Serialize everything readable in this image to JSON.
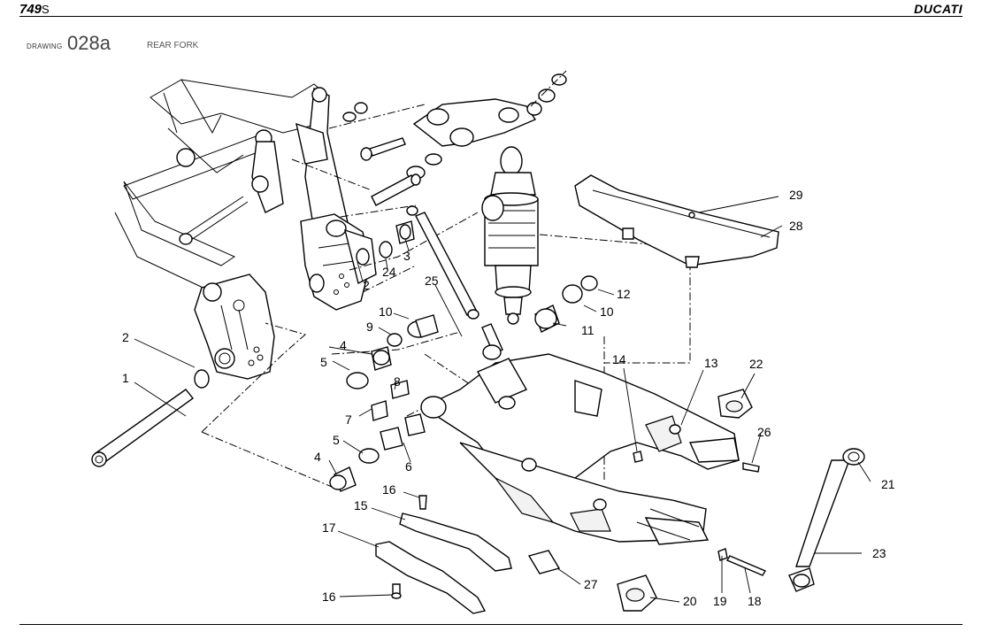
{
  "header": {
    "model": "749",
    "model_suffix": "S",
    "brand": "DUCATI"
  },
  "drawing": {
    "label": "DRAWING",
    "number": "028a",
    "title": "REAR FORK"
  },
  "callouts": [
    {
      "id": "c1",
      "text": "1"
    },
    {
      "id": "c2a",
      "text": "2"
    },
    {
      "id": "c2b",
      "text": "2"
    },
    {
      "id": "c3",
      "text": "3"
    },
    {
      "id": "c4a",
      "text": "4"
    },
    {
      "id": "c4b",
      "text": "4"
    },
    {
      "id": "c5a",
      "text": "5"
    },
    {
      "id": "c5b",
      "text": "5"
    },
    {
      "id": "c6",
      "text": "6"
    },
    {
      "id": "c7",
      "text": "7"
    },
    {
      "id": "c8",
      "text": "8"
    },
    {
      "id": "c9",
      "text": "9"
    },
    {
      "id": "c10a",
      "text": "10"
    },
    {
      "id": "c10b",
      "text": "10"
    },
    {
      "id": "c11",
      "text": "11"
    },
    {
      "id": "c12",
      "text": "12"
    },
    {
      "id": "c13",
      "text": "13"
    },
    {
      "id": "c14",
      "text": "14"
    },
    {
      "id": "c15",
      "text": "15"
    },
    {
      "id": "c16a",
      "text": "16"
    },
    {
      "id": "c16b",
      "text": "16"
    },
    {
      "id": "c17",
      "text": "17"
    },
    {
      "id": "c18",
      "text": "18"
    },
    {
      "id": "c19",
      "text": "19"
    },
    {
      "id": "c20",
      "text": "20"
    },
    {
      "id": "c21",
      "text": "21"
    },
    {
      "id": "c22",
      "text": "22"
    },
    {
      "id": "c23",
      "text": "23"
    },
    {
      "id": "c24",
      "text": "24"
    },
    {
      "id": "c25",
      "text": "25"
    },
    {
      "id": "c26",
      "text": "26"
    },
    {
      "id": "c27",
      "text": "27"
    },
    {
      "id": "c28",
      "text": "28"
    },
    {
      "id": "c29",
      "text": "29"
    }
  ]
}
